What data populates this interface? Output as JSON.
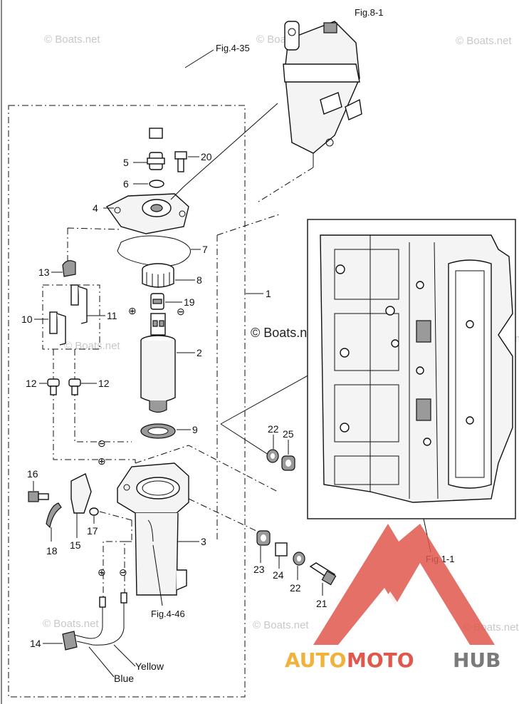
{
  "watermark": "© Boats.net",
  "references": {
    "fig_8_1": "Fig.8-1",
    "fig_4_35": "Fig.4-35",
    "fig_1_1": "Fig.1-1",
    "fig_4_46": "Fig.4-46"
  },
  "parts": {
    "p1": "1",
    "p2": "2",
    "p3": "3",
    "p4": "4",
    "p5": "5",
    "p6": "6",
    "p7": "7",
    "p8": "8",
    "p9": "9",
    "p10": "10",
    "p11": "11",
    "p12a": "12",
    "p12b": "12",
    "p13": "13",
    "p14": "14",
    "p15": "15",
    "p16": "16",
    "p17": "17",
    "p18": "18",
    "p19": "19",
    "p20": "20",
    "p21": "21",
    "p22a": "22",
    "p22b": "22",
    "p23": "23",
    "p24": "24",
    "p25": "25"
  },
  "wires": {
    "yellow": "Yellow",
    "blue": "Blue"
  },
  "polarity": {
    "plus": "⊕",
    "minus": "⊖"
  },
  "logo": {
    "part1": "AUTO",
    "part2": "MOTO",
    "part3": "HUB"
  },
  "colors": {
    "logo_red": "#e0574c",
    "logo_yellow": "#f0b23b",
    "logo_gray": "#7a7a7a"
  }
}
